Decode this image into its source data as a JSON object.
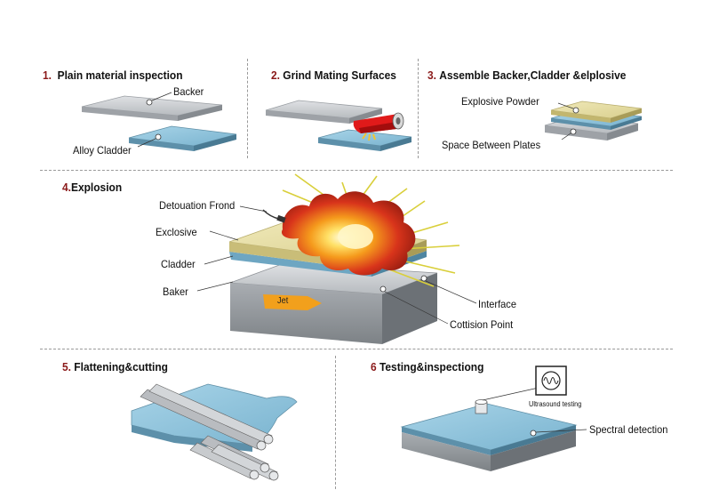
{
  "steps": {
    "s1": {
      "num": "1.",
      "title": "Plain material inspection"
    },
    "s2": {
      "num": "2.",
      "title": "Grind Mating Surfaces"
    },
    "s3": {
      "num": "3.",
      "title": "Assemble Backer,Cladder &elplosive"
    },
    "s4": {
      "num": "4.",
      "title": "Explosion"
    },
    "s5": {
      "num": "5.",
      "title": "Flattening&cutting"
    },
    "s6": {
      "num": "6",
      "title": "Testing&inspectiong"
    }
  },
  "labels": {
    "backer": "Backer",
    "alloy_cladder": "Alloy Cladder",
    "explosive_powder": "Explosive Powder",
    "space_between": "Space Between Plates",
    "detonation_front": "Detouation Frond",
    "explosive": "Exclosive",
    "cladder": "Cladder",
    "baker": "Baker",
    "jet": "Jet",
    "interface": "Interface",
    "collision": "Cottision Point",
    "ultrasound": "Ultrasound testing",
    "spectral": "Spectral detection"
  },
  "colors": {
    "step_number": "#8b1a1a",
    "steel": "#c8cacd",
    "cladder_blue": "#8ec3da",
    "explosive_yellow": "#e6dea6",
    "fire_red": "#d8341b",
    "fire_orange": "#f4a21f",
    "jet_orange": "#f2a01c",
    "grind_red": "#e01a1a"
  }
}
